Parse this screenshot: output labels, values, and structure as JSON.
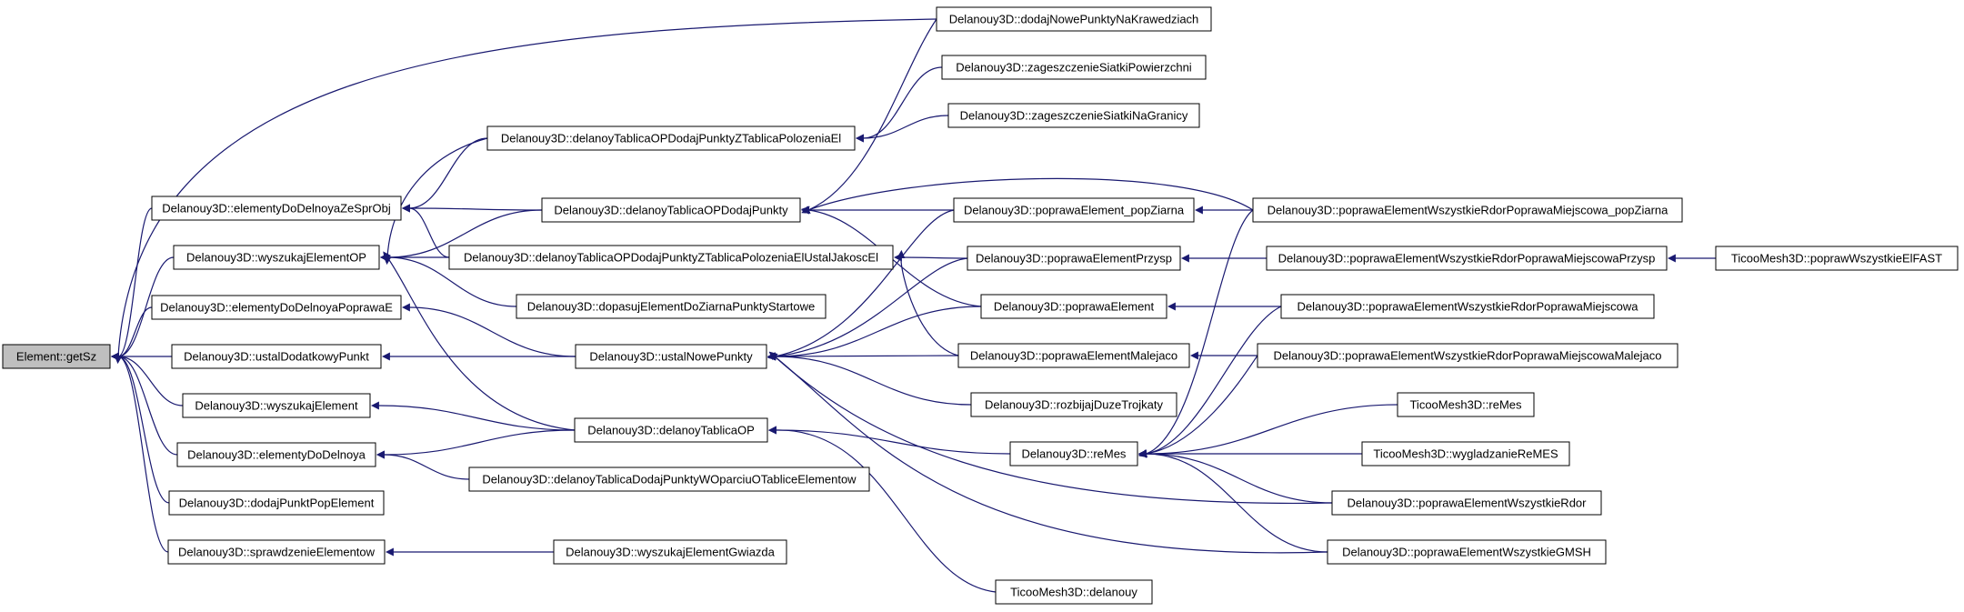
{
  "graph": {
    "title": "",
    "edge_color": "#191970",
    "root_fill": "#bfbfbf",
    "node_fill": "#ffffff",
    "nodes": [
      {
        "id": "getSz",
        "label": "Element::getSz",
        "root": true
      },
      {
        "id": "elemSpr",
        "label": "Delanouy3D::elementyDoDelnoyaZeSprObj"
      },
      {
        "id": "wyszOP",
        "label": "Delanouy3D::wyszukajElementOP"
      },
      {
        "id": "elemPop",
        "label": "Delanouy3D::elementyDoDelnoyaPoprawaE"
      },
      {
        "id": "ustDod",
        "label": "Delanouy3D::ustalDodatkowyPunkt"
      },
      {
        "id": "wyszEl",
        "label": "Delanouy3D::wyszukajElement"
      },
      {
        "id": "elemDo",
        "label": "Delanouy3D::elementyDoDelnoya"
      },
      {
        "id": "dodPPE",
        "label": "Delanouy3D::dodajPunktPopElement"
      },
      {
        "id": "sprawdz",
        "label": "Delanouy3D::sprawdzenieElementow"
      },
      {
        "id": "dtZTPE",
        "label": "Delanouy3D::delanoyTablicaOPDodajPunktyZTablicaPolozeniaEl"
      },
      {
        "id": "dtDodP",
        "label": "Delanouy3D::delanoyTablicaOPDodajPunkty"
      },
      {
        "id": "dtUstJ",
        "label": "Delanouy3D::delanoyTablicaOPDodajPunktyZTablicaPolozeniaElUstalJakoscEl"
      },
      {
        "id": "dopasuj",
        "label": "Delanouy3D::dopasujElementDoZiarnaPunktyStartowe"
      },
      {
        "id": "ustNowe",
        "label": "Delanouy3D::ustalNowePunkty"
      },
      {
        "id": "dtOP",
        "label": "Delanouy3D::delanoyTablicaOP"
      },
      {
        "id": "dtWOp",
        "label": "Delanouy3D::delanoyTablicaDodajPunktyWOparciuOTabliceElementow"
      },
      {
        "id": "wyszGw",
        "label": "Delanouy3D::wyszukajElementGwiazda"
      },
      {
        "id": "dodKraw",
        "label": "Delanouy3D::dodajNowePunktyNaKrawedziach"
      },
      {
        "id": "zagPow",
        "label": "Delanouy3D::zageszczenieSiatkiPowierzchni"
      },
      {
        "id": "zagGr",
        "label": "Delanouy3D::zageszczenieSiatkiNaGranicy"
      },
      {
        "id": "ppZiarna",
        "label": "Delanouy3D::poprawaElement_popZiarna"
      },
      {
        "id": "ppPrzysp",
        "label": "Delanouy3D::poprawaElementPrzysp"
      },
      {
        "id": "ppEl",
        "label": "Delanouy3D::poprawaElement"
      },
      {
        "id": "ppMal",
        "label": "Delanouy3D::poprawaElementMalejaco"
      },
      {
        "id": "rozbij",
        "label": "Delanouy3D::rozbijajDuzeTrojkaty"
      },
      {
        "id": "reMesD",
        "label": "Delanouy3D::reMes"
      },
      {
        "id": "tDel",
        "label": "TicooMesh3D::delanouy"
      },
      {
        "id": "pwZiarna",
        "label": "Delanouy3D::poprawaElementWszystkieRdorPoprawaMiejscowa_popZiarna"
      },
      {
        "id": "pwPrzysp",
        "label": "Delanouy3D::poprawaElementWszystkieRdorPoprawaMiejscowaPrzysp"
      },
      {
        "id": "pwMiejsc",
        "label": "Delanouy3D::poprawaElementWszystkieRdorPoprawaMiejscowa"
      },
      {
        "id": "pwMal",
        "label": "Delanouy3D::poprawaElementWszystkieRdorPoprawaMiejscowaMalejaco"
      },
      {
        "id": "tReMes",
        "label": "TicooMesh3D::reMes"
      },
      {
        "id": "tWygl",
        "label": "TicooMesh3D::wygladzanieReMES"
      },
      {
        "id": "pwRdor",
        "label": "Delanouy3D::poprawaElementWszystkieRdor"
      },
      {
        "id": "pwGMSH",
        "label": "Delanouy3D::poprawaElementWszystkieGMSH"
      },
      {
        "id": "tFast",
        "label": "TicooMesh3D::poprawWszystkieElFAST"
      }
    ]
  }
}
